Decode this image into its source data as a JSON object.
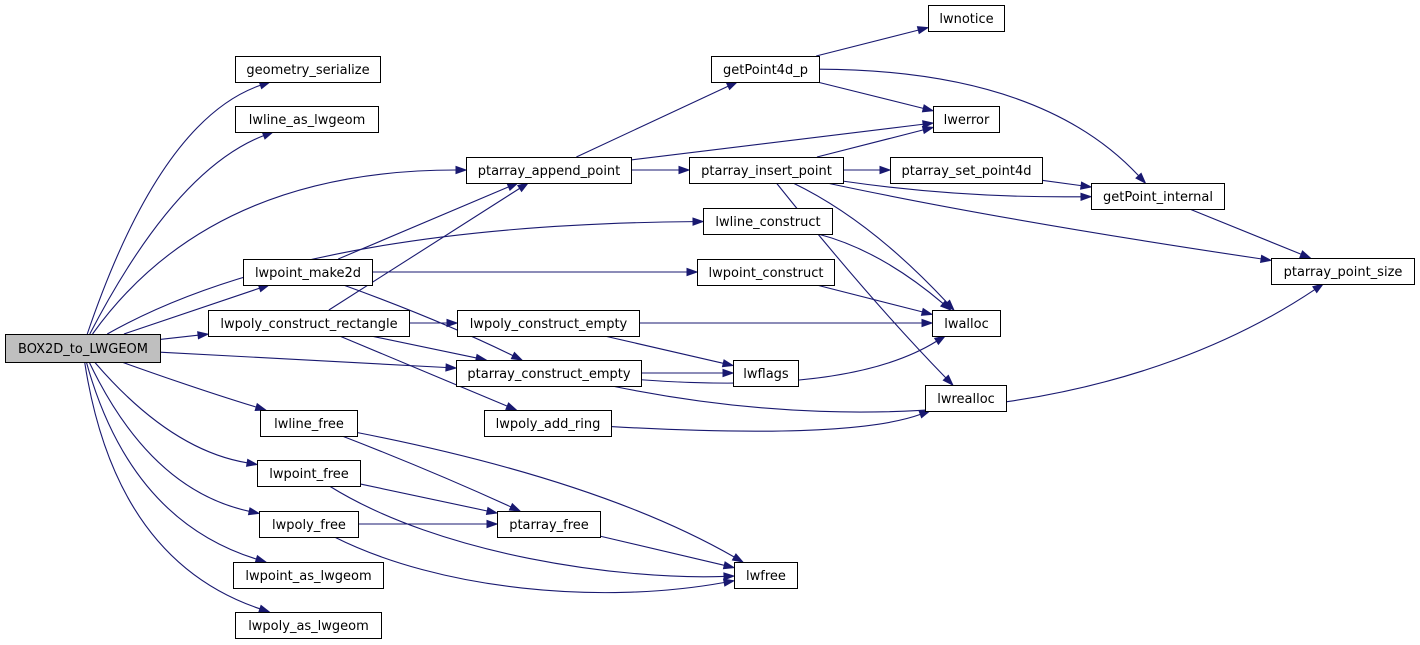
{
  "root": "BOX2D_to_LWGEOM",
  "nodes": [
    "BOX2D_to_LWGEOM",
    "geometry_serialize",
    "lwline_as_lwgeom",
    "ptarray_append_point",
    "lwline_construct",
    "lwpoint_make2d",
    "lwpoly_construct_rectangle",
    "ptarray_construct_empty",
    "lwline_free",
    "lwpoint_free",
    "lwpoly_free",
    "lwpoint_as_lwgeom",
    "lwpoly_as_lwgeom",
    "getPoint4d_p",
    "ptarray_insert_point",
    "lwpoint_construct",
    "lwpoly_construct_empty",
    "lwpoly_add_ring",
    "ptarray_free",
    "lwfree",
    "lwnotice",
    "lwerror",
    "ptarray_set_point4d",
    "lwalloc",
    "lwflags",
    "lwrealloc",
    "getPoint_internal",
    "ptarray_point_size"
  ],
  "edges": [
    [
      "BOX2D_to_LWGEOM",
      "geometry_serialize"
    ],
    [
      "BOX2D_to_LWGEOM",
      "lwline_as_lwgeom"
    ],
    [
      "BOX2D_to_LWGEOM",
      "ptarray_append_point"
    ],
    [
      "BOX2D_to_LWGEOM",
      "lwline_construct"
    ],
    [
      "BOX2D_to_LWGEOM",
      "lwpoint_make2d"
    ],
    [
      "BOX2D_to_LWGEOM",
      "lwpoly_construct_rectangle"
    ],
    [
      "BOX2D_to_LWGEOM",
      "ptarray_construct_empty"
    ],
    [
      "BOX2D_to_LWGEOM",
      "lwline_free"
    ],
    [
      "BOX2D_to_LWGEOM",
      "lwpoint_free"
    ],
    [
      "BOX2D_to_LWGEOM",
      "lwpoly_free"
    ],
    [
      "BOX2D_to_LWGEOM",
      "lwpoint_as_lwgeom"
    ],
    [
      "BOX2D_to_LWGEOM",
      "lwpoly_as_lwgeom"
    ],
    [
      "ptarray_append_point",
      "getPoint4d_p"
    ],
    [
      "ptarray_append_point",
      "lwerror"
    ],
    [
      "ptarray_append_point",
      "ptarray_insert_point"
    ],
    [
      "getPoint4d_p",
      "lwnotice"
    ],
    [
      "getPoint4d_p",
      "lwerror"
    ],
    [
      "getPoint4d_p",
      "getPoint_internal"
    ],
    [
      "ptarray_insert_point",
      "lwerror"
    ],
    [
      "ptarray_insert_point",
      "ptarray_set_point4d"
    ],
    [
      "ptarray_insert_point",
      "getPoint_internal"
    ],
    [
      "ptarray_insert_point",
      "ptarray_point_size"
    ],
    [
      "ptarray_insert_point",
      "lwalloc"
    ],
    [
      "ptarray_insert_point",
      "lwrealloc"
    ],
    [
      "ptarray_set_point4d",
      "getPoint_internal"
    ],
    [
      "getPoint_internal",
      "ptarray_point_size"
    ],
    [
      "lwline_construct",
      "lwalloc"
    ],
    [
      "lwpoint_make2d",
      "ptarray_append_point"
    ],
    [
      "lwpoint_make2d",
      "lwpoint_construct"
    ],
    [
      "lwpoint_make2d",
      "ptarray_construct_empty"
    ],
    [
      "lwpoint_construct",
      "lwalloc"
    ],
    [
      "lwpoly_construct_rectangle",
      "ptarray_append_point"
    ],
    [
      "lwpoly_construct_rectangle",
      "lwpoly_construct_empty"
    ],
    [
      "lwpoly_construct_rectangle",
      "ptarray_construct_empty"
    ],
    [
      "lwpoly_construct_rectangle",
      "lwpoly_add_ring"
    ],
    [
      "lwpoly_construct_empty",
      "lwalloc"
    ],
    [
      "lwpoly_construct_empty",
      "lwflags"
    ],
    [
      "ptarray_construct_empty",
      "lwflags"
    ],
    [
      "ptarray_construct_empty",
      "lwalloc"
    ],
    [
      "ptarray_construct_empty",
      "ptarray_point_size"
    ],
    [
      "lwpoly_add_ring",
      "lwrealloc"
    ],
    [
      "lwline_free",
      "ptarray_free"
    ],
    [
      "lwline_free",
      "lwfree"
    ],
    [
      "lwpoint_free",
      "ptarray_free"
    ],
    [
      "lwpoint_free",
      "lwfree"
    ],
    [
      "lwpoly_free",
      "ptarray_free"
    ],
    [
      "lwpoly_free",
      "lwfree"
    ],
    [
      "ptarray_free",
      "lwfree"
    ]
  ],
  "colors": {
    "edge": "#191970",
    "root_fill": "#bfbfbf",
    "node_fill": "#ffffff",
    "node_border": "#000000"
  }
}
